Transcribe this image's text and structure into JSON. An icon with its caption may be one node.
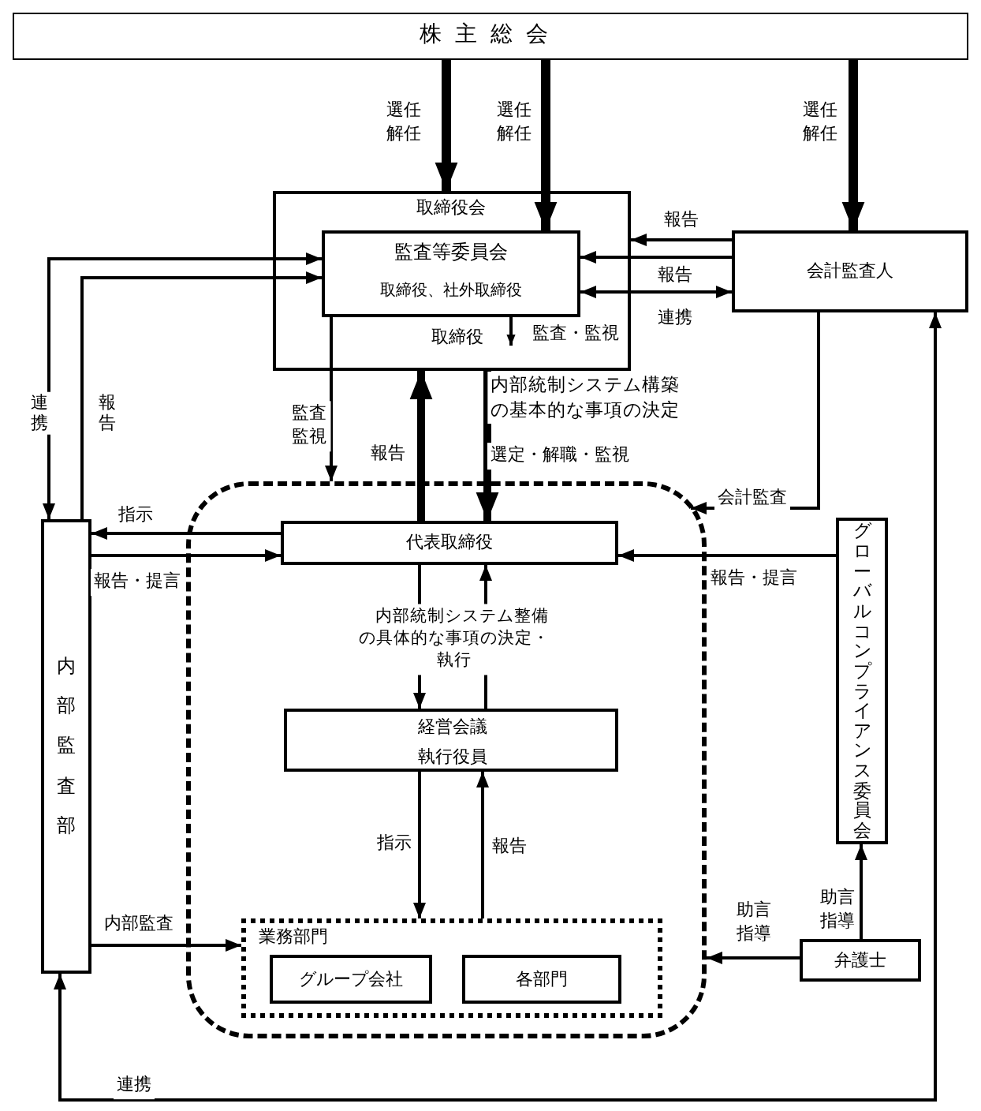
{
  "diagram": {
    "nodes": [
      {
        "text": [
          "株主総会"
        ]
      },
      {
        "text": [
          "取締役会",
          "取締役"
        ]
      },
      {
        "text": [
          "監査等委員会",
          "取締役、社外取締役"
        ],
        "in": 1
      },
      {
        "text": [
          "会計監査人"
        ]
      },
      {
        "text": [
          "内部監査部"
        ]
      },
      {
        "text": [],
        "shape": "box"
      },
      {
        "text": [
          "代表取締役"
        ],
        "in": 5
      },
      {
        "text": [
          "経営会議",
          "執行役員"
        ],
        "in": 5
      },
      {
        "text": [
          "業務部門"
        ],
        "in": 5
      },
      {
        "text": [
          "グループ会社"
        ],
        "in": 8
      },
      {
        "text": [
          "各部門"
        ],
        "in": 8
      },
      {
        "text": [
          "グローバルコンプライアンス委員会"
        ]
      },
      {
        "text": [
          "弁護士"
        ]
      }
    ],
    "edges": [
      {
        "from": 0,
        "to": 1,
        "arrow": "to",
        "label": "選任解任",
        "style": "thick"
      },
      {
        "from": 0,
        "to": 2,
        "arrow": "to",
        "label": "選任解任",
        "style": "thick"
      },
      {
        "from": 0,
        "to": 3,
        "arrow": "to",
        "label": "選任解任",
        "style": "thick"
      },
      {
        "from": 3,
        "to": 1,
        "arrow": "to",
        "label": "報告"
      },
      {
        "from": 3,
        "to": 2,
        "arrow": "to",
        "label": "報告"
      },
      {
        "from": 2,
        "to": 3,
        "arrow": "both",
        "label": "連携"
      },
      {
        "from": 2,
        "to": null,
        "arrow": "to",
        "label": "監査・監視"
      },
      {
        "from": 2,
        "to": 4,
        "arrow": "both",
        "label": "連携"
      },
      {
        "from": 4,
        "to": 2,
        "arrow": "to",
        "label": "報告"
      },
      {
        "from": 2,
        "to": 5,
        "arrow": "to",
        "label": "監査監視"
      },
      {
        "from": 6,
        "to": 1,
        "arrow": "to",
        "label": "報告",
        "style": "thick"
      },
      {
        "from": 1,
        "to": 6,
        "arrow": "to",
        "label": "内部統制システム構築の基本的な事項の決定",
        "style": "thick"
      },
      {
        "from": 3,
        "to": 5,
        "arrow": "to",
        "label": "会計監査"
      },
      {
        "from": 6,
        "to": 4,
        "arrow": "to",
        "label": "指示"
      },
      {
        "from": 4,
        "to": 6,
        "arrow": "to",
        "label": "報告・提言"
      },
      {
        "from": 11,
        "to": 6,
        "arrow": "to",
        "label": "報告・提言"
      },
      {
        "from": 6,
        "to": 7,
        "arrow": "to",
        "label": "内部統制システム整備の具体的な事項の決定・執行"
      },
      {
        "from": 7,
        "to": 6,
        "arrow": "to"
      },
      {
        "from": 7,
        "to": 8,
        "arrow": "to",
        "label": "指示"
      },
      {
        "from": 8,
        "to": 7,
        "arrow": "to",
        "label": "報告"
      },
      {
        "from": 4,
        "to": 8,
        "arrow": "to",
        "label": "内部監査"
      },
      {
        "from": 12,
        "to": 5,
        "arrow": "to",
        "label": "助言指導"
      },
      {
        "from": 12,
        "to": 11,
        "arrow": "to",
        "label": "助言指導"
      },
      {
        "from": 4,
        "to": 3,
        "arrow": "both",
        "label": "連携"
      }
    ],
    "labels": [
      "選定・解職・監視"
    ]
  }
}
